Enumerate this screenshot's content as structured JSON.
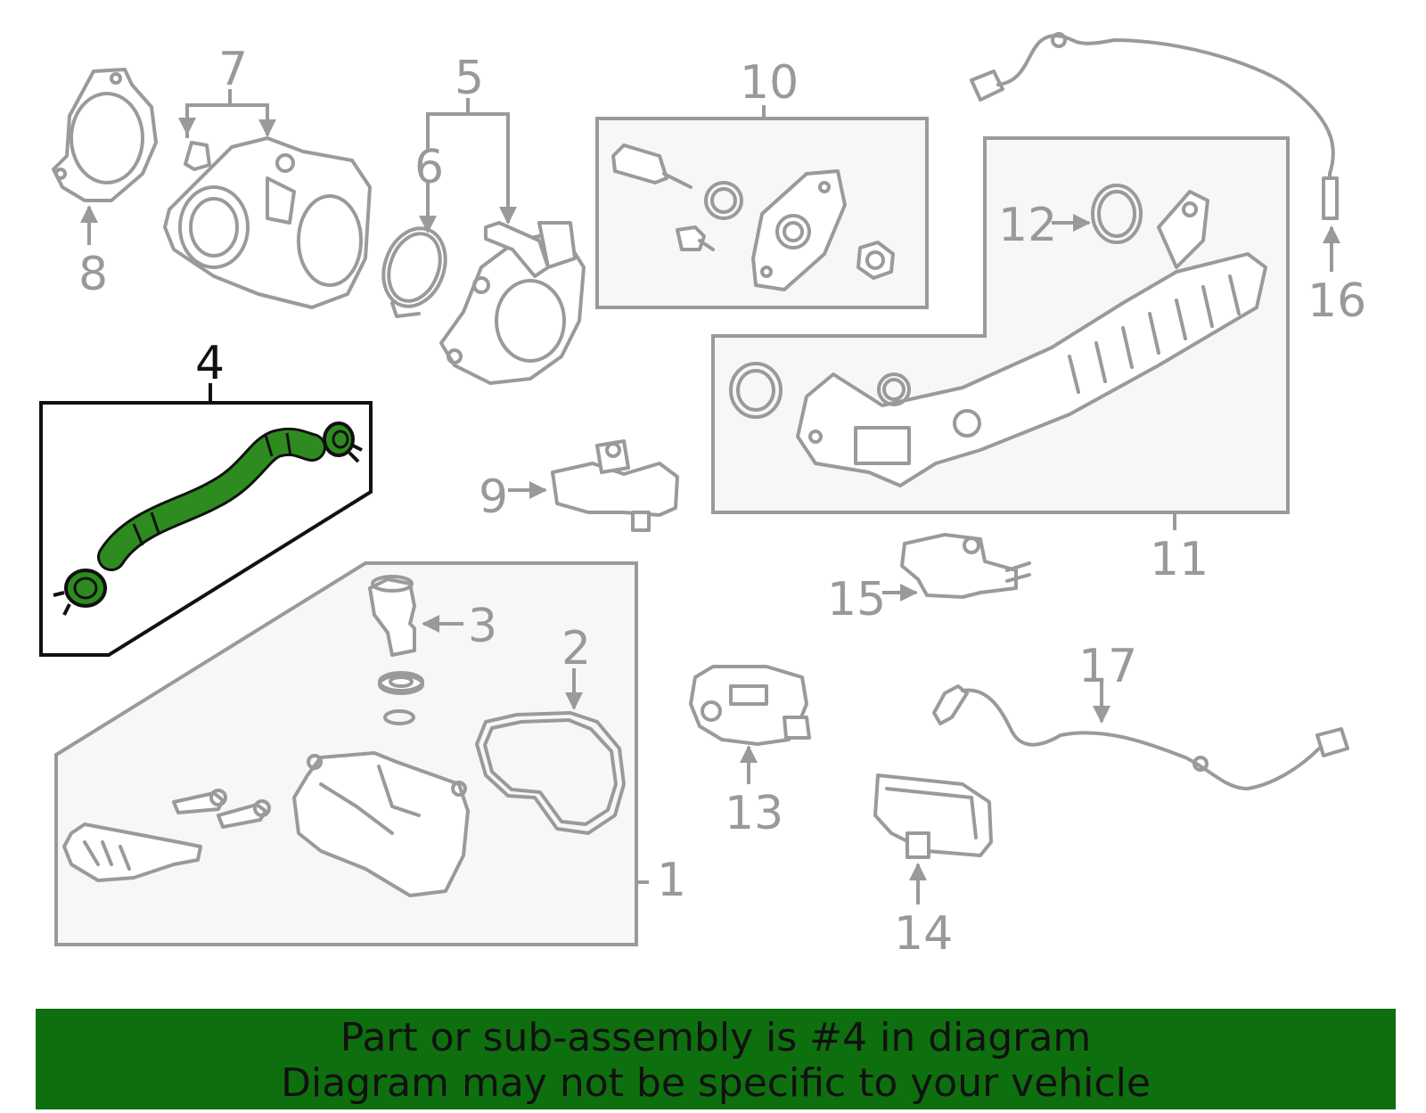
{
  "diagram": {
    "highlight_color": "#2e8b1f",
    "banner_color": "#0e6f0e",
    "callouts": {
      "c1": "1",
      "c2": "2",
      "c3": "3",
      "c4": "4",
      "c5": "5",
      "c6": "6",
      "c7": "7",
      "c8": "8",
      "c9": "9",
      "c10": "10",
      "c11": "11",
      "c12": "12",
      "c13": "13",
      "c14": "14",
      "c15": "15",
      "c16": "16",
      "c17": "17"
    }
  },
  "banner": {
    "line1": "Part or sub-assembly is #4 in diagram",
    "line2": "Diagram may not be specific to your vehicle"
  }
}
